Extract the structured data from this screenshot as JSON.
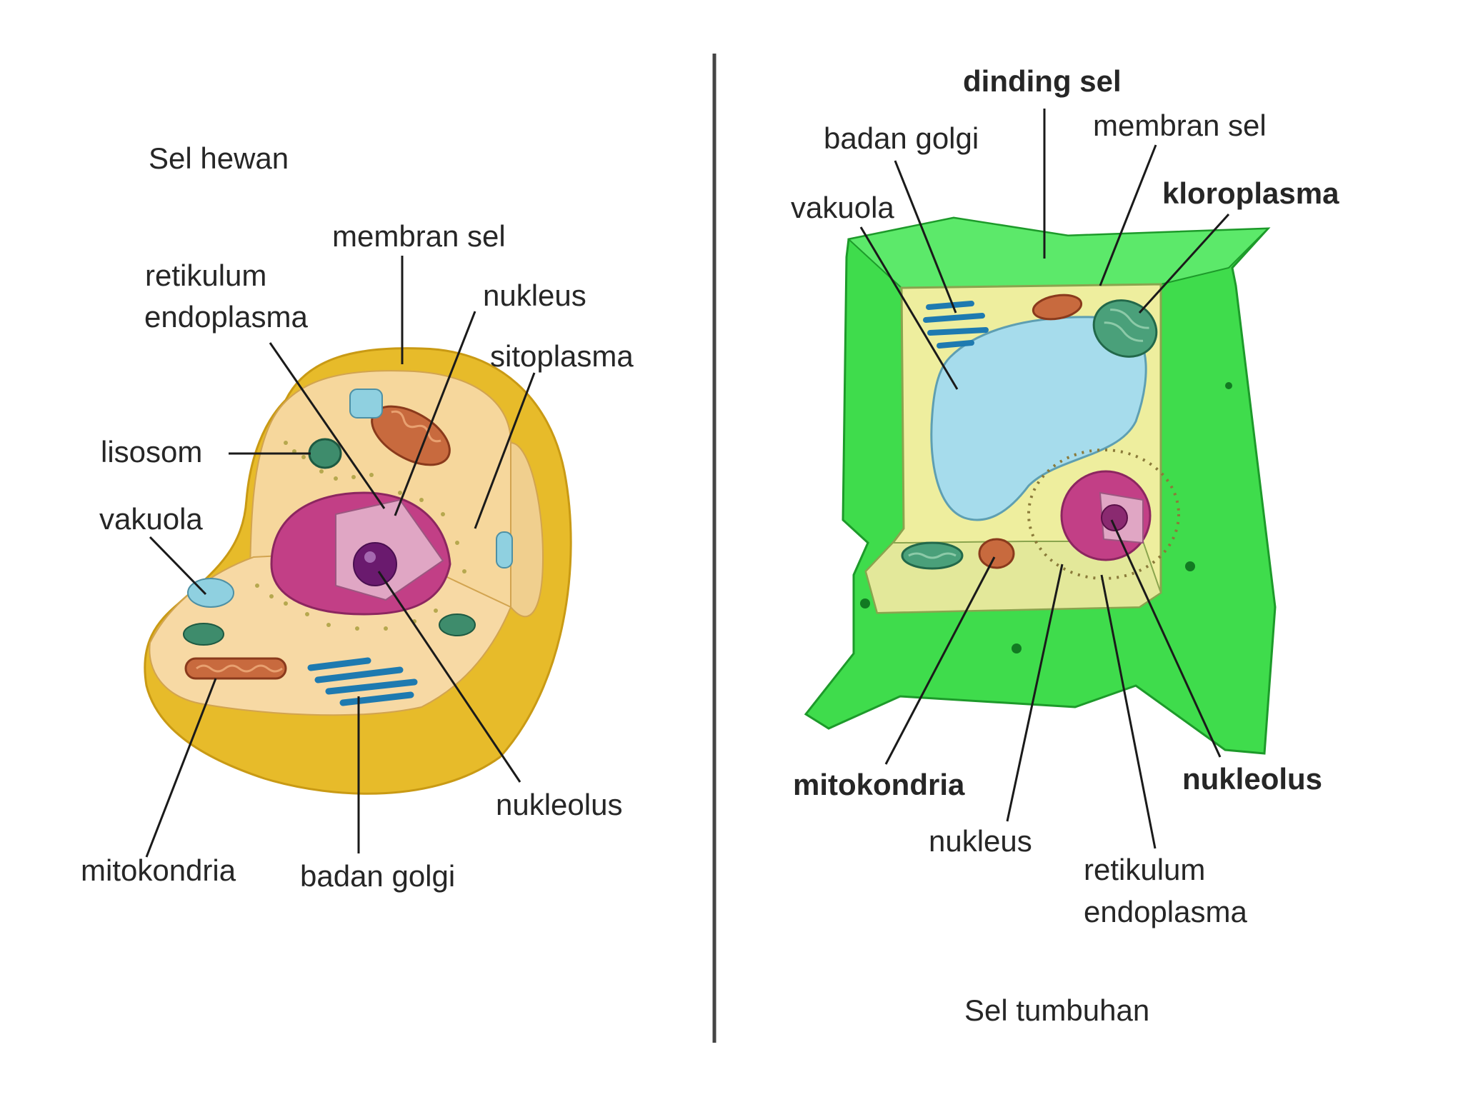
{
  "colors": {
    "divider": "#444444",
    "animal_cell_outer": "#e7bb2a",
    "animal_cytoplasm": "#f6d79c",
    "nucleus": "#c23f86",
    "plant_wall": "#3fdc4c",
    "plant_cytoplasm": "#eeee9e",
    "vacuole": "#a6dcec"
  },
  "animal": {
    "title": "Sel hewan",
    "labels": {
      "membran_sel": "membran sel",
      "retikulum": [
        "retikulum",
        "endoplasma"
      ],
      "nukleus": "nukleus",
      "sitoplasma": "sitoplasma",
      "lisosom": "lisosom",
      "vakuola": "vakuola",
      "nukleolus": "nukleolus",
      "mitokondria": "mitokondria",
      "badan_golgi": "badan golgi"
    }
  },
  "plant": {
    "title": "Sel tumbuhan",
    "labels": {
      "dinding_sel": "dinding sel",
      "badan_golgi": "badan golgi",
      "membran_sel": "membran sel",
      "kloroplasma": "kloroplasma",
      "vakuola": "vakuola",
      "mitokondria": "mitokondria",
      "nukleolus": "nukleolus",
      "nukleus": "nukleus",
      "retikulum": [
        "retikulum",
        "endoplasma"
      ]
    }
  }
}
